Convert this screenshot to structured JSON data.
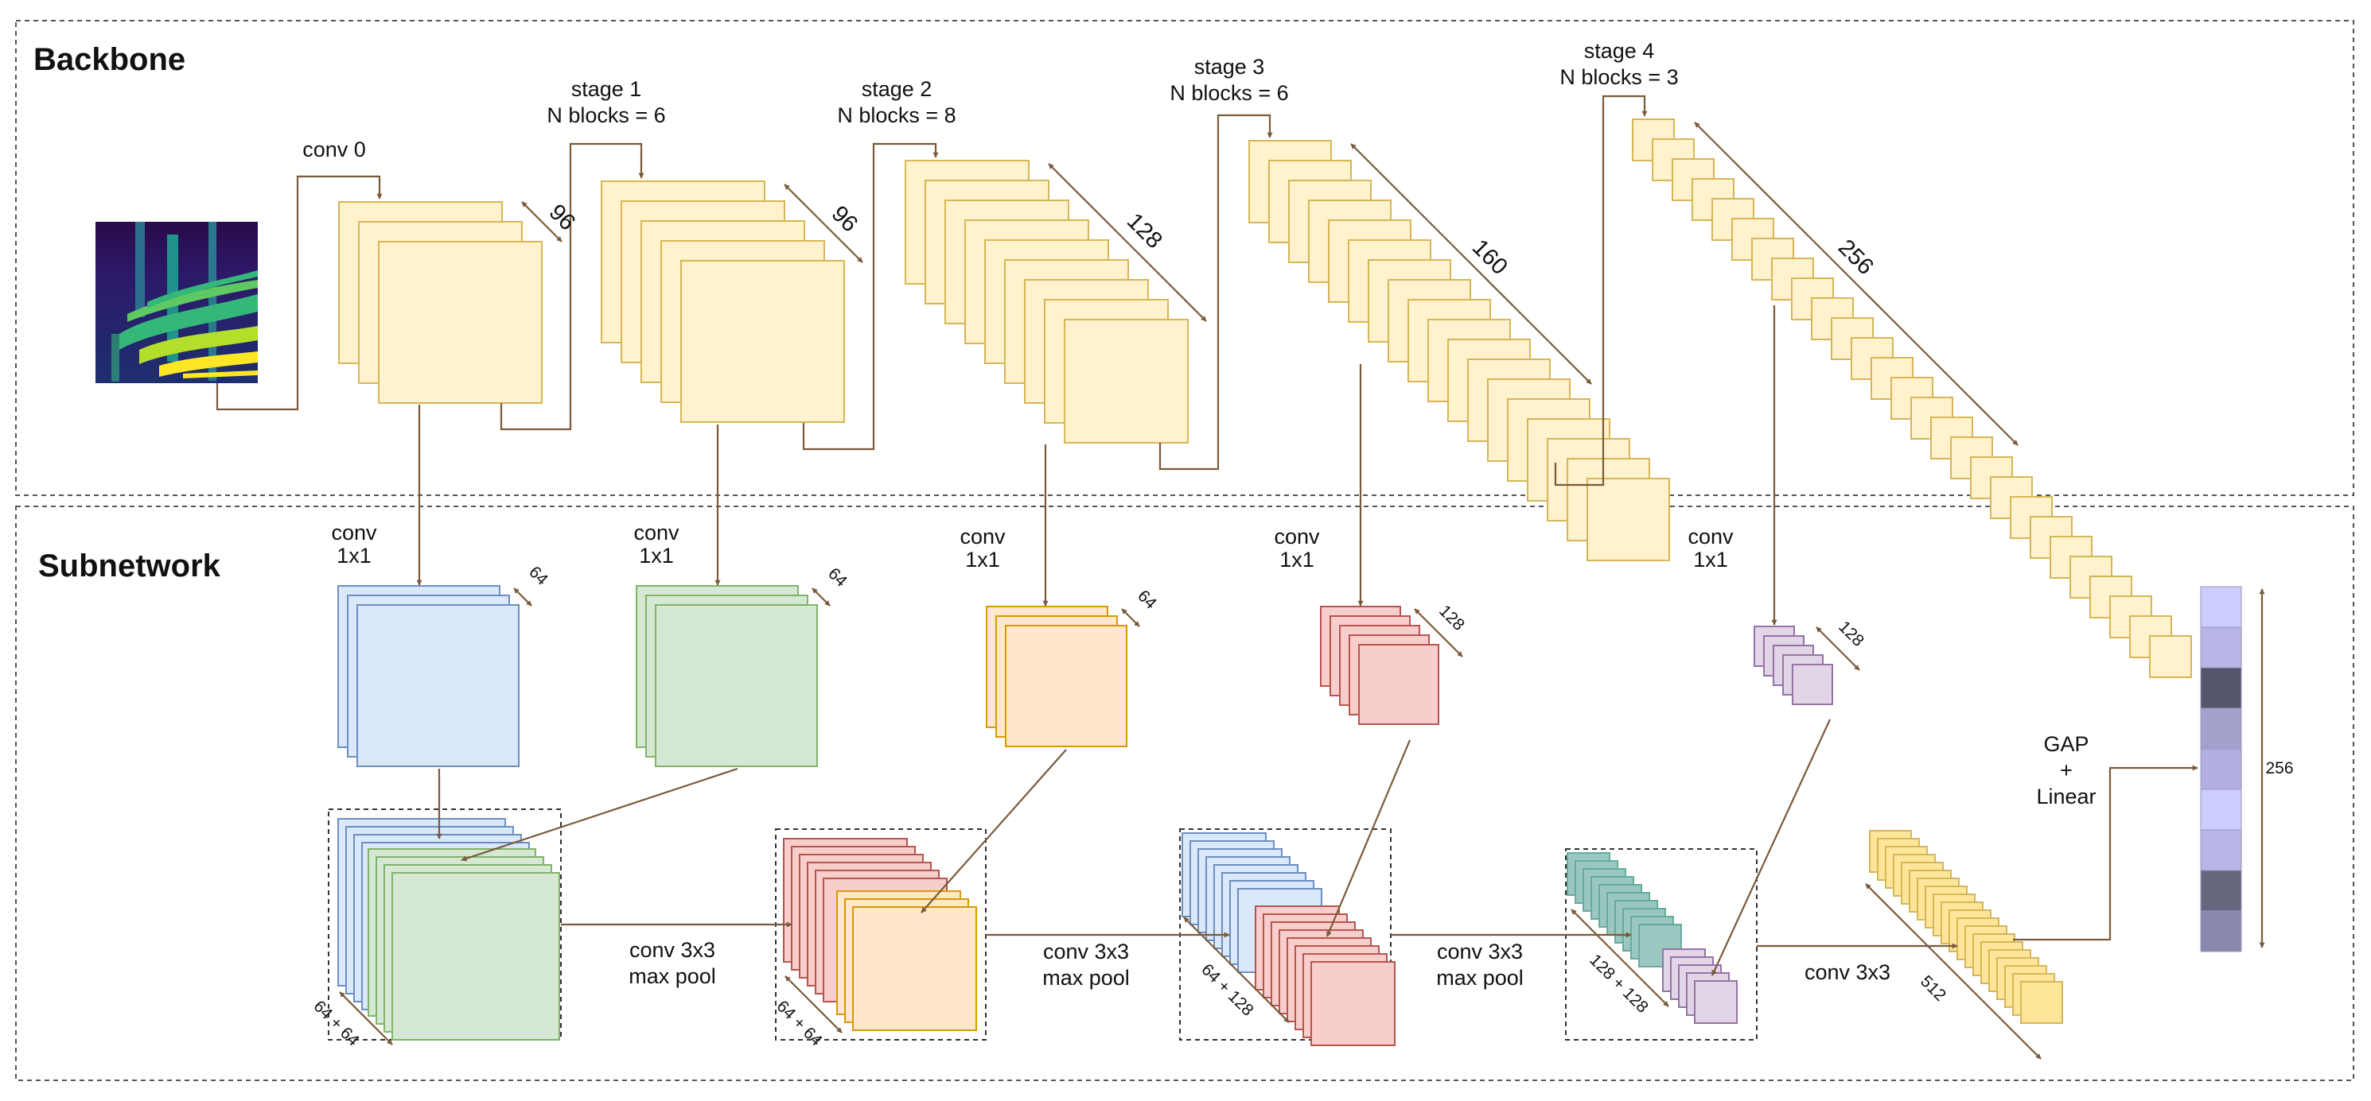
{
  "sections": {
    "backbone_title": "Backbone",
    "subnetwork_title": "Subnetwork"
  },
  "backbone": {
    "conv0": "conv 0",
    "stages": [
      {
        "name": "stage 1",
        "blocks": "N blocks = 6",
        "channels": "96"
      },
      {
        "name": "stage 2",
        "blocks": "N blocks = 8",
        "channels": "96"
      },
      {
        "name": "stage 3",
        "blocks": "N blocks = 6",
        "channels": "128"
      },
      {
        "name": "stage 4",
        "blocks": "N blocks = 3",
        "channels": "160"
      },
      {
        "name": "",
        "blocks": "",
        "channels": "256"
      }
    ]
  },
  "subnetwork": {
    "conv1x1": {
      "line1": "conv",
      "line2": "1x1"
    },
    "lateral_channels": [
      "64",
      "64",
      "64",
      "128",
      "128"
    ],
    "merged_channels": [
      "64 + 64",
      "64 + 64",
      "64 + 128",
      "128 + 128"
    ],
    "op_conv3x3": "conv 3x3",
    "op_maxpool": "max pool",
    "final_channels": "512",
    "gap": {
      "line1": "GAP",
      "line2": "+",
      "line3": "Linear"
    },
    "embedding_size": "256"
  },
  "colors": {
    "backbone_fill": "#fff2cc",
    "backbone_stroke": "#d6b656",
    "blue_fill": "#dae8fc",
    "blue_stroke": "#6c8ebf",
    "green_fill": "#d5e8d4",
    "green_stroke": "#82b366",
    "orange_fill": "#ffe6cc",
    "orange_stroke": "#d79b00",
    "red_fill": "#f8cecc",
    "red_stroke": "#b85450",
    "purple_fill": "#e1d5e7",
    "purple_stroke": "#9673a6",
    "arrow": "#7a5a3a"
  }
}
